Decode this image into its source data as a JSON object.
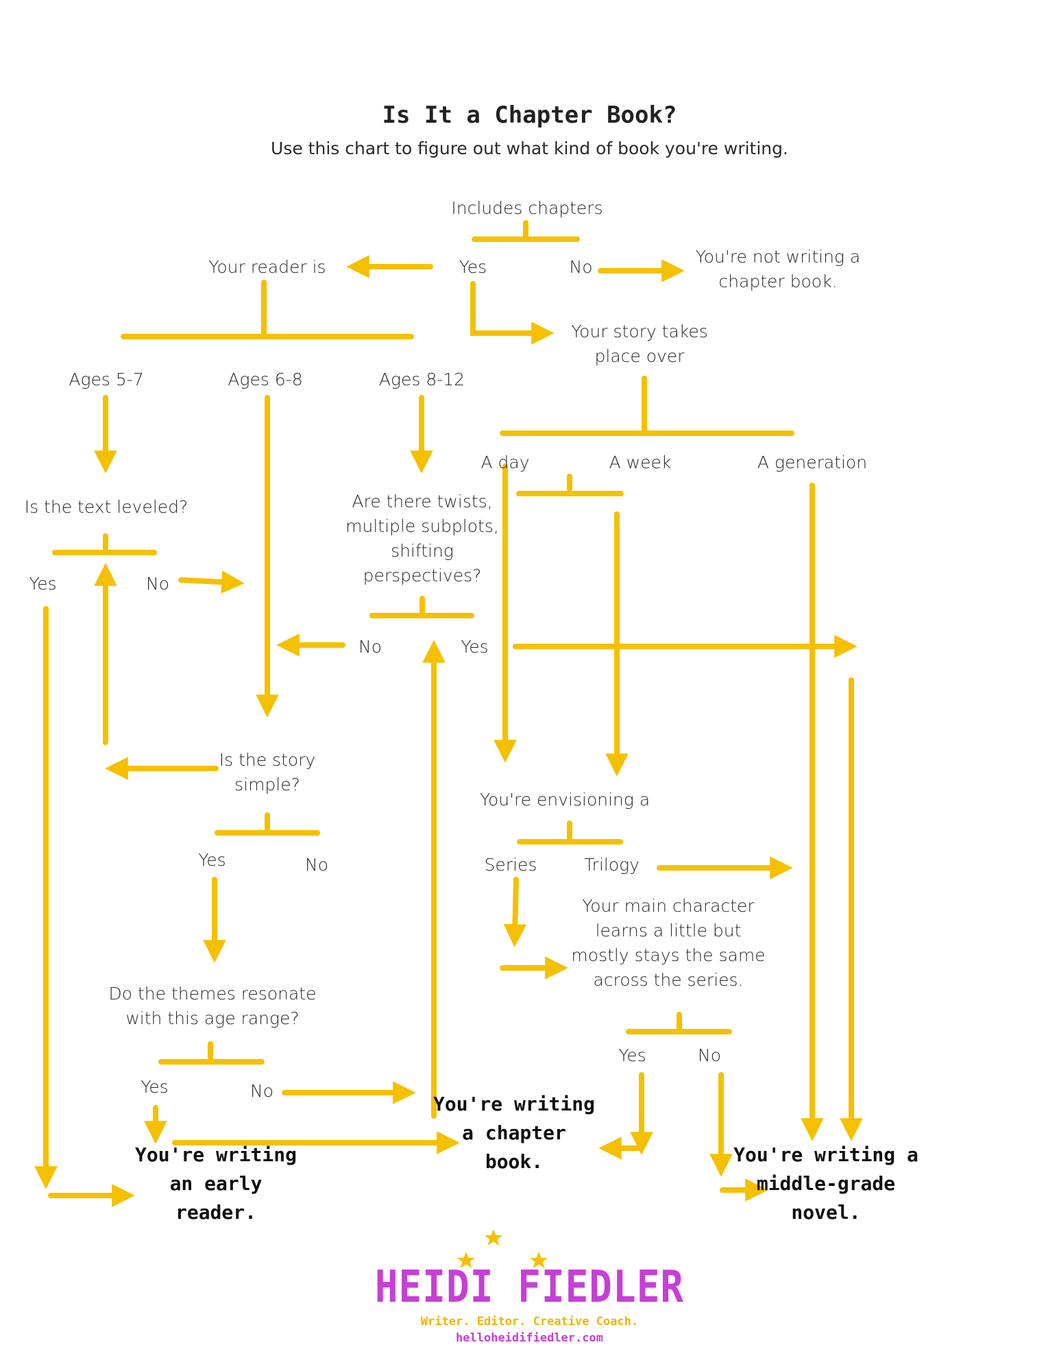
{
  "title": "Is It a Chapter Book?",
  "subtitle": "Use this chart to figure out what kind of book you're writing.",
  "nodes": {
    "includes_chapters": "Includes chapters",
    "yes_top": "Yes",
    "no_top": "No",
    "not_writing": "You're not writing a chapter book.",
    "your_reader_is": "Your reader is",
    "your_story": "Your story takes place over",
    "ages_5_7": "Ages 5-7",
    "ages_6_8": "Ages 6-8",
    "ages_8_12": "Ages 8-12",
    "a_day": "A day",
    "a_week": "A week",
    "a_generation": "A generation",
    "text_leveled": "Is the text leveled?",
    "leveled_yes": "Yes",
    "leveled_no": "No",
    "twists": "Are there twists, multiple subplots, shifting perspectives?",
    "twists_no": "No",
    "twists_yes": "Yes",
    "story_simple": "Is the story simple?",
    "simple_yes": "Yes",
    "simple_no": "No",
    "envisioning": "You're envisioning a",
    "series": "Series",
    "trilogy": "Trilogy",
    "main_character": "Your main character learns a little but mostly stays the same across the series.",
    "mc_yes": "Yes",
    "mc_no": "No",
    "themes": "Do the themes resonate with this age range?",
    "themes_yes": "Yes",
    "themes_no": "No"
  },
  "results": {
    "chapter_book": "You're writing a chapter book.",
    "early_reader": "You're writing an early reader.",
    "middle_grade": "You're writing a middle-grade novel."
  },
  "logo": {
    "name": "HEIDI FIEDLER",
    "tagline": "Writer. Editor. Creative Coach.",
    "url": "helloheidifiedler.com"
  },
  "colors": {
    "arrow": "#f5c000",
    "logo_name": "#c63fd6",
    "logo_tag": "#f0b400",
    "logo_url": "#c63fd6",
    "star": "#f5c000"
  }
}
